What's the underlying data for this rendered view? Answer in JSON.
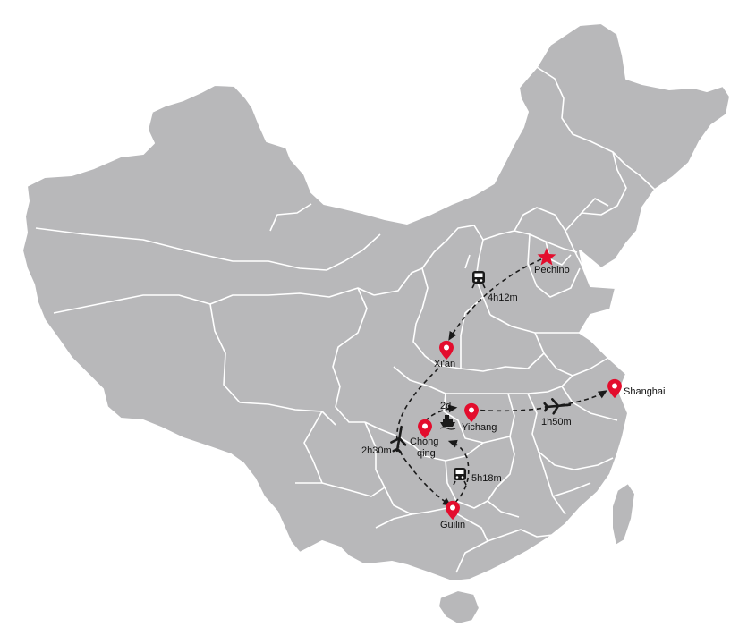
{
  "cities": {
    "pechino": "Pechino",
    "xian": "Xi'an",
    "shanghai": "Shanghai",
    "yichang": "Yichang",
    "chongqing_1": "Chong",
    "chongqing_2": "qing",
    "guilin": "Guilin"
  },
  "durations": {
    "pechino_xian": "4h12m",
    "yichang_shanghai": "1h50m",
    "chongqing_yichang": "2d",
    "xian_guilin": "2h30m",
    "guilin_chongqing": "5h18m"
  },
  "icons": {
    "capital": "star-icon",
    "city": "map-pin-icon",
    "train": "train-icon",
    "plane": "plane-icon",
    "ship": "ship-icon"
  },
  "colors": {
    "land": "#b8b8ba",
    "marker": "#e30d2d",
    "route": "#1a1a1a"
  }
}
